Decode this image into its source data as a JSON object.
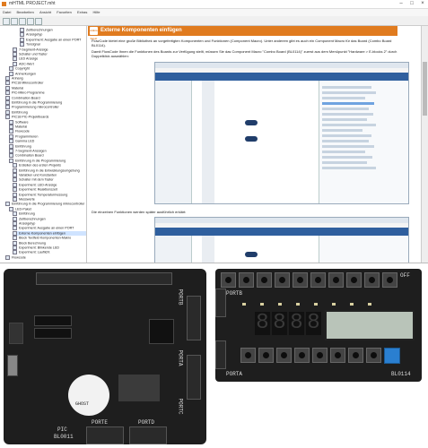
{
  "window": {
    "title": "mHTML PROJECT.mht",
    "menu": [
      "Datei",
      "Bearbeiten",
      "Ansicht",
      "Favoriten",
      "Extras",
      "Hilfe"
    ],
    "controls": [
      "–",
      "□",
      "×"
    ]
  },
  "tree": {
    "items": [
      "Zeitberechnungen",
      "Anzeigetyp",
      "Experiment: Ausgabe an einen PORT",
      "Tonsignal",
      "7-Segment-Anzeige",
      "Schalter und Taster",
      "LED Anzeige",
      "ADC-Wert",
      "Copyright",
      "Anmerkungen",
      "Anhang",
      "PIC18 Mikrocontroller",
      "Material",
      "PIC-Mikro Programme",
      "Combination Board",
      "Einführung in die Programmierung",
      "Programmierung mikrocontroller",
      "Einführung",
      "PIC18 PIC-Projektboards",
      "Software",
      "Material",
      "Flowcode",
      "Programmieren",
      "Gamma LED",
      "Einführung",
      "7-Segment-Anzeigen",
      "Combination Board",
      "Einführung in die Programmierung",
      "Erstellen des ersten Projekts",
      "Einführung in die Entwicklungsumgebung",
      "Variablen und Konstanten",
      "Schalter mit dem Taster",
      "Experiment: LED-Anzeige",
      "Experiment: Reaktionszeit",
      "Experiment: Temperaturmessung",
      "Messwerte",
      "Einführung in die Programmierung mikrocontroller",
      "LED-Paket",
      "Einführung",
      "Zeitberechnungen",
      "Anzeigetyp",
      "Experiment: Ausgabe an einen PORT",
      "Externe Komponenten einfügen",
      "Block Textfeld Komponenten-Makro",
      "Block Berechnung",
      "Experiment: Blinkende LED",
      "Experiment: Lauflicht",
      "Flowcode"
    ],
    "selected_index": 42
  },
  "document": {
    "logo_text": "mikro basic",
    "header_title": "Externe Komponenten einfügen",
    "para1": "FlowCode bietet eine große Bibliothek an vorgefertigten Komponenten und Funktionen (Component Macro). Unter anderem gibt es auch ein Component Macro für das Board (Combo Board BL0114).",
    "para2": "Damit FlowCode Ihnen die Funktionen des Boards zur Verfügung stellt, müssen Sie das Component Macro \"Combo Board (BL0114)\" zuerst aus dem Menüpunkt \"Hardware > E-blocks 2\" durch Doppelklick auswählen:",
    "para3": "Die einzelnen Funktionen werden später ausführlich erklärt:"
  },
  "boards": {
    "left_labels": [
      "PORTA",
      "PORTB",
      "PORTC",
      "PORTD",
      "PORTE",
      "PIC",
      "GHOST",
      "BL0011"
    ],
    "right_labels": [
      "BL0114",
      "PORTB",
      "PORTA",
      "OFF"
    ],
    "display_digits": [
      "8",
      "8",
      "8",
      "8"
    ]
  }
}
